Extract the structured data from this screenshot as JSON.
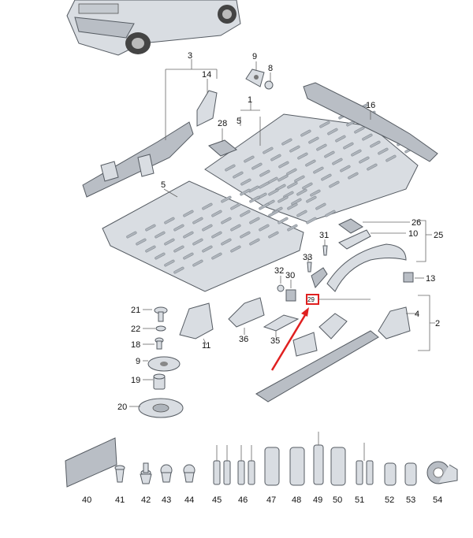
{
  "labels": {
    "p1": "1",
    "p2": "2",
    "p3": "3",
    "p4": "4",
    "p5a": "5",
    "p5b": "5",
    "p8": "8",
    "p9a": "9",
    "p9b": "9",
    "p10": "10",
    "p11": "11",
    "p13": "13",
    "p14": "14",
    "p16": "16",
    "p18": "18",
    "p19": "19",
    "p20": "20",
    "p21": "21",
    "p22": "22",
    "p25": "25",
    "p26": "26",
    "p28": "28",
    "p29": "29",
    "p30": "30",
    "p31": "31",
    "p32": "32",
    "p33": "33",
    "p35": "35",
    "p36": "36",
    "p40": "40",
    "p41": "41",
    "p42": "42",
    "p43": "43",
    "p44": "44",
    "p45": "45",
    "p46": "46",
    "p47": "47",
    "p48": "48",
    "p49": "49",
    "p50": "50",
    "p51": "51",
    "p52": "52",
    "p53": "53",
    "p54": "54"
  },
  "colors": {
    "highlight": "#e02020",
    "arrow": "#e02020"
  }
}
